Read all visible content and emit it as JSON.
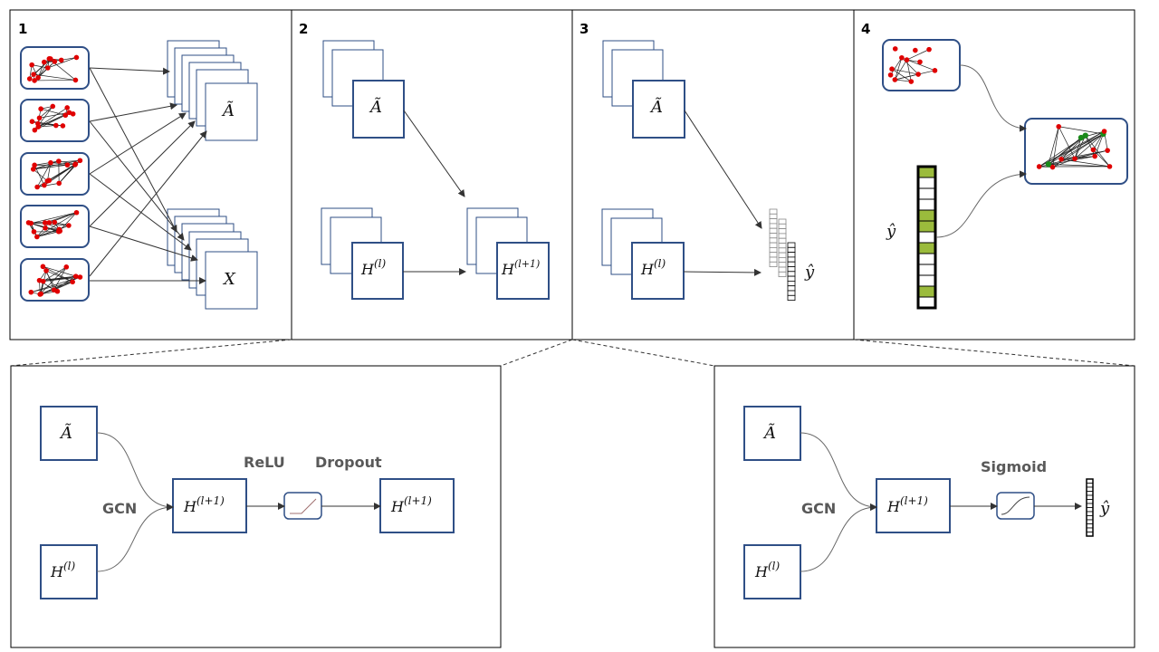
{
  "panels": [
    {
      "number": "1"
    },
    {
      "number": "2"
    },
    {
      "number": "3"
    },
    {
      "number": "4"
    }
  ],
  "math": {
    "a_tilde": "Ã",
    "x": "X",
    "h_l_base": "H",
    "h_l_sup": "(l)",
    "h_l1_base": "H",
    "h_l1_sup": "(l+1)",
    "y_hat": "ŷ"
  },
  "labels": {
    "gcn": "GCN",
    "relu": "ReLU",
    "dropout": "Dropout",
    "sigmoid": "Sigmoid"
  },
  "colors": {
    "box_stroke": "#2F4F86",
    "node": "#e00000",
    "highlight_node": "#1a8a1a",
    "vector_highlight": "#9bbb3c",
    "label_gray": "#595959"
  },
  "label_vector": {
    "cells": [
      1,
      0,
      0,
      0,
      1,
      1,
      0,
      1,
      0,
      0,
      0,
      1,
      0
    ]
  }
}
